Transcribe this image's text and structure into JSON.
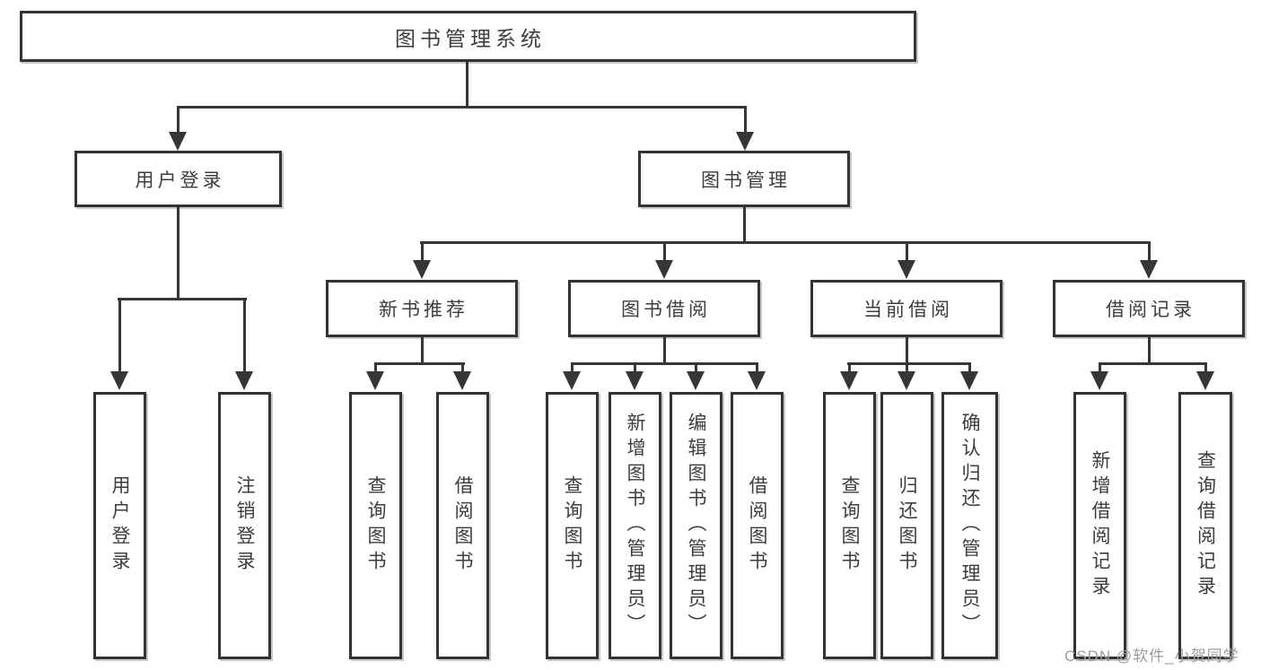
{
  "diagram_title": "图书管理系统",
  "colors": {
    "line": "#363636",
    "border": "#333333",
    "text": "#3d3d3d",
    "background": "#ffffff",
    "watermark": "#9c9c9c"
  },
  "tree": {
    "root": {
      "label": "图书管理系统"
    },
    "level2": [
      {
        "label": "用户登录"
      },
      {
        "label": "图书管理"
      }
    ],
    "level3": [
      {
        "label": "新书推荐"
      },
      {
        "label": "图书借阅"
      },
      {
        "label": "当前借阅"
      },
      {
        "label": "借阅记录"
      }
    ],
    "leaves": {
      "user_login": [
        "用户登录",
        "注销登录"
      ],
      "new_book_recommendation": [
        "查询图书",
        "借阅图书"
      ],
      "book_borrowing": [
        "查询图书",
        "新增图书（管理员）",
        "编辑图书（管理员）",
        "借阅图书"
      ],
      "current_borrowing": [
        "查询图书",
        "归还图书",
        "确认归还（管理员）"
      ],
      "borrowing_records": [
        "新增借阅记录",
        "查询借阅记录"
      ]
    }
  },
  "watermark": {
    "text": "CSDN @软件_小贺同学"
  }
}
